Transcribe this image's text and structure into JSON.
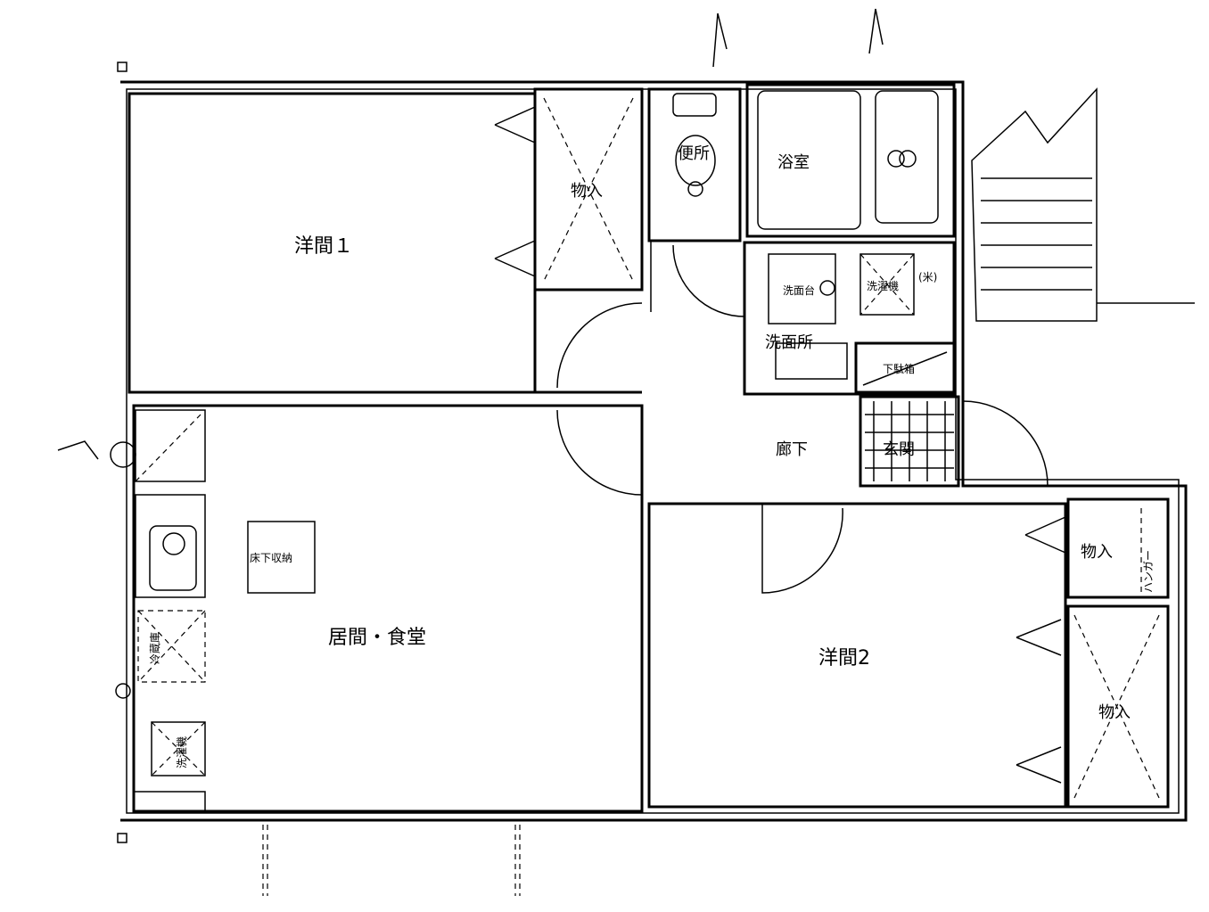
{
  "rooms": {
    "western1": "洋間１",
    "western2": "洋間2",
    "living_dining": "居間・食堂",
    "closet_top": "物入",
    "closet_right_top": "物入",
    "closet_right_bottom": "物入",
    "toilet": "便所",
    "bath": "浴室",
    "washroom": "洗面所",
    "corridor": "廊下",
    "entrance": "玄関",
    "storage": "下駄箱"
  },
  "fixtures": {
    "underfloor": "床下収納",
    "fridge": "冷蔵庫",
    "washer": "洗濯機",
    "washbasin": "洗面台",
    "hanger": "ハンガー",
    "wall_unit": "(米)"
  }
}
